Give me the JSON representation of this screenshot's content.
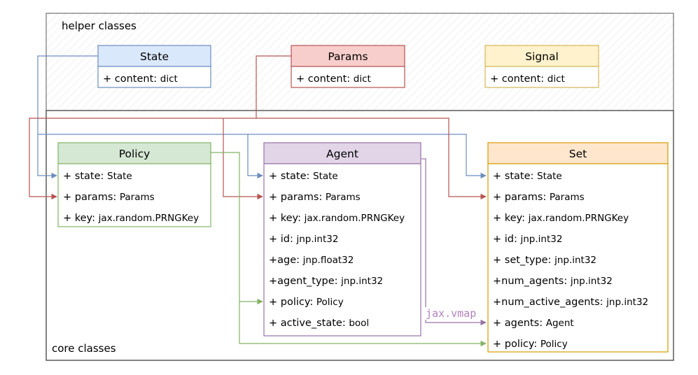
{
  "regions": {
    "helper": "helper classes",
    "core": "core classes"
  },
  "classes": {
    "state": {
      "title": "State",
      "fields": [
        {
          "name": "+ content:",
          "type": "dict"
        }
      ]
    },
    "params": {
      "title": "Params",
      "fields": [
        {
          "name": "+ content:",
          "type": "dict"
        }
      ]
    },
    "signal": {
      "title": "Signal",
      "fields": [
        {
          "name": "+ content:",
          "type": "dict"
        }
      ]
    },
    "policy": {
      "title": "Policy",
      "fields": [
        {
          "name": "+ state:",
          "type": "State"
        },
        {
          "name": "+ params:",
          "type": "Params"
        },
        {
          "name": "+ key:",
          "type": "jax.random.PRNGKey"
        }
      ]
    },
    "agent": {
      "title": "Agent",
      "fields": [
        {
          "name": "+ state:",
          "type": "State"
        },
        {
          "name": "+ params:",
          "type": "Params"
        },
        {
          "name": "+ key:",
          "type": "jax.random.PRNGKey"
        },
        {
          "name": "+ id:",
          "type": "jnp.int32"
        },
        {
          "name": "+age:",
          "type": "jnp.float32"
        },
        {
          "name": "+agent_type:",
          "type": "jnp.int32"
        },
        {
          "name": "+ policy:",
          "type": "Policy"
        },
        {
          "name": "+ active_state:",
          "type": "bool"
        }
      ]
    },
    "set": {
      "title": "Set",
      "fields": [
        {
          "name": "+ state:",
          "type": "State"
        },
        {
          "name": "+ params:",
          "type": "Params"
        },
        {
          "name": "+ key:",
          "type": "jax.random.PRNGKey"
        },
        {
          "name": "+ id:",
          "type": "jnp.int32"
        },
        {
          "name": "+ set_type:",
          "type": "jnp.int32"
        },
        {
          "name": "+num_agents:",
          "type": "jnp.int32"
        },
        {
          "name": "+num_active_agents:",
          "type": "jnp.int32"
        },
        {
          "name": "+ agents:",
          "type": "Agent"
        },
        {
          "name": "+ policy:",
          "type": "Policy"
        }
      ]
    }
  },
  "edge_labels": {
    "vmap": "jax.vmap"
  },
  "colors": {
    "state": {
      "fill": "#dae8fc",
      "stroke": "#6c8ebf"
    },
    "params": {
      "fill": "#f8cecc",
      "stroke": "#b85450"
    },
    "signal": {
      "fill": "#fff2cc",
      "stroke": "#d6b656"
    },
    "policy": {
      "fill": "#d5e8d4",
      "stroke": "#82b366"
    },
    "agent": {
      "fill": "#e1d5e7",
      "stroke": "#9673a6"
    },
    "set": {
      "fill": "#ffe6cc",
      "stroke": "#d79b00"
    }
  }
}
